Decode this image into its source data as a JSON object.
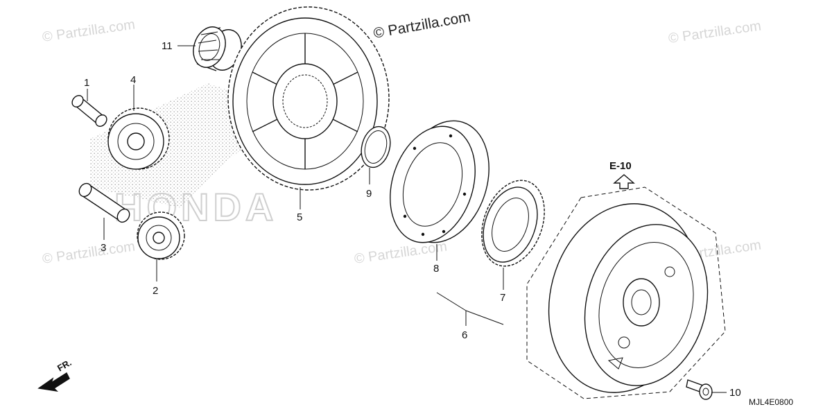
{
  "watermark": {
    "main": "© Partzilla.com",
    "repeat": "© Partzilla.com"
  },
  "brand_watermark": "HONDA",
  "section_ref": "E-10",
  "direction_label": "FR.",
  "diagram_code": "MJL4E0800",
  "callouts": [
    {
      "id": "1",
      "label": "1"
    },
    {
      "id": "2",
      "label": "2"
    },
    {
      "id": "3",
      "label": "3"
    },
    {
      "id": "4",
      "label": "4"
    },
    {
      "id": "5",
      "label": "5"
    },
    {
      "id": "6",
      "label": "6"
    },
    {
      "id": "7",
      "label": "7"
    },
    {
      "id": "8",
      "label": "8"
    },
    {
      "id": "9",
      "label": "9"
    },
    {
      "id": "10",
      "label": "10"
    },
    {
      "id": "11",
      "label": "11"
    }
  ]
}
